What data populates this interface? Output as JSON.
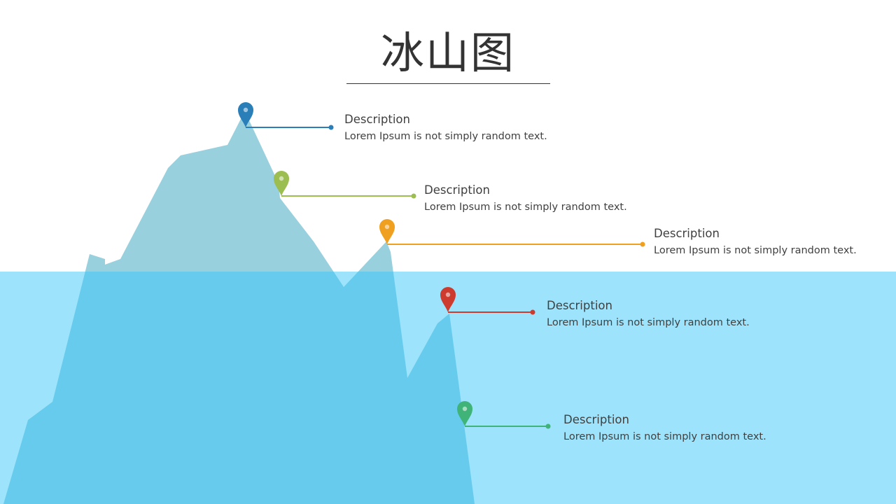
{
  "title": "冰山图",
  "colors": {
    "water": "#9de3fb",
    "ice_above": "#98d0de",
    "ice_below": "#66cbec",
    "title_rule": "#333333"
  },
  "markers": [
    {
      "label": "Description",
      "text": "Lorem Ipsum is not simply random text.",
      "color": "#2a7fb8",
      "icon": "map-pin-icon"
    },
    {
      "label": "Description",
      "text": "Lorem Ipsum is not simply random text.",
      "color": "#9cbd50",
      "icon": "map-pin-icon"
    },
    {
      "label": "Description",
      "text": "Lorem Ipsum is not simply random text.",
      "color": "#f0a020",
      "icon": "map-pin-icon"
    },
    {
      "label": "Description",
      "text": "Lorem Ipsum is not simply random text.",
      "color": "#cc3b2e",
      "icon": "map-pin-icon"
    },
    {
      "label": "Description",
      "text": "Lorem Ipsum is not simply random text.",
      "color": "#3fb378",
      "icon": "map-pin-icon"
    }
  ]
}
